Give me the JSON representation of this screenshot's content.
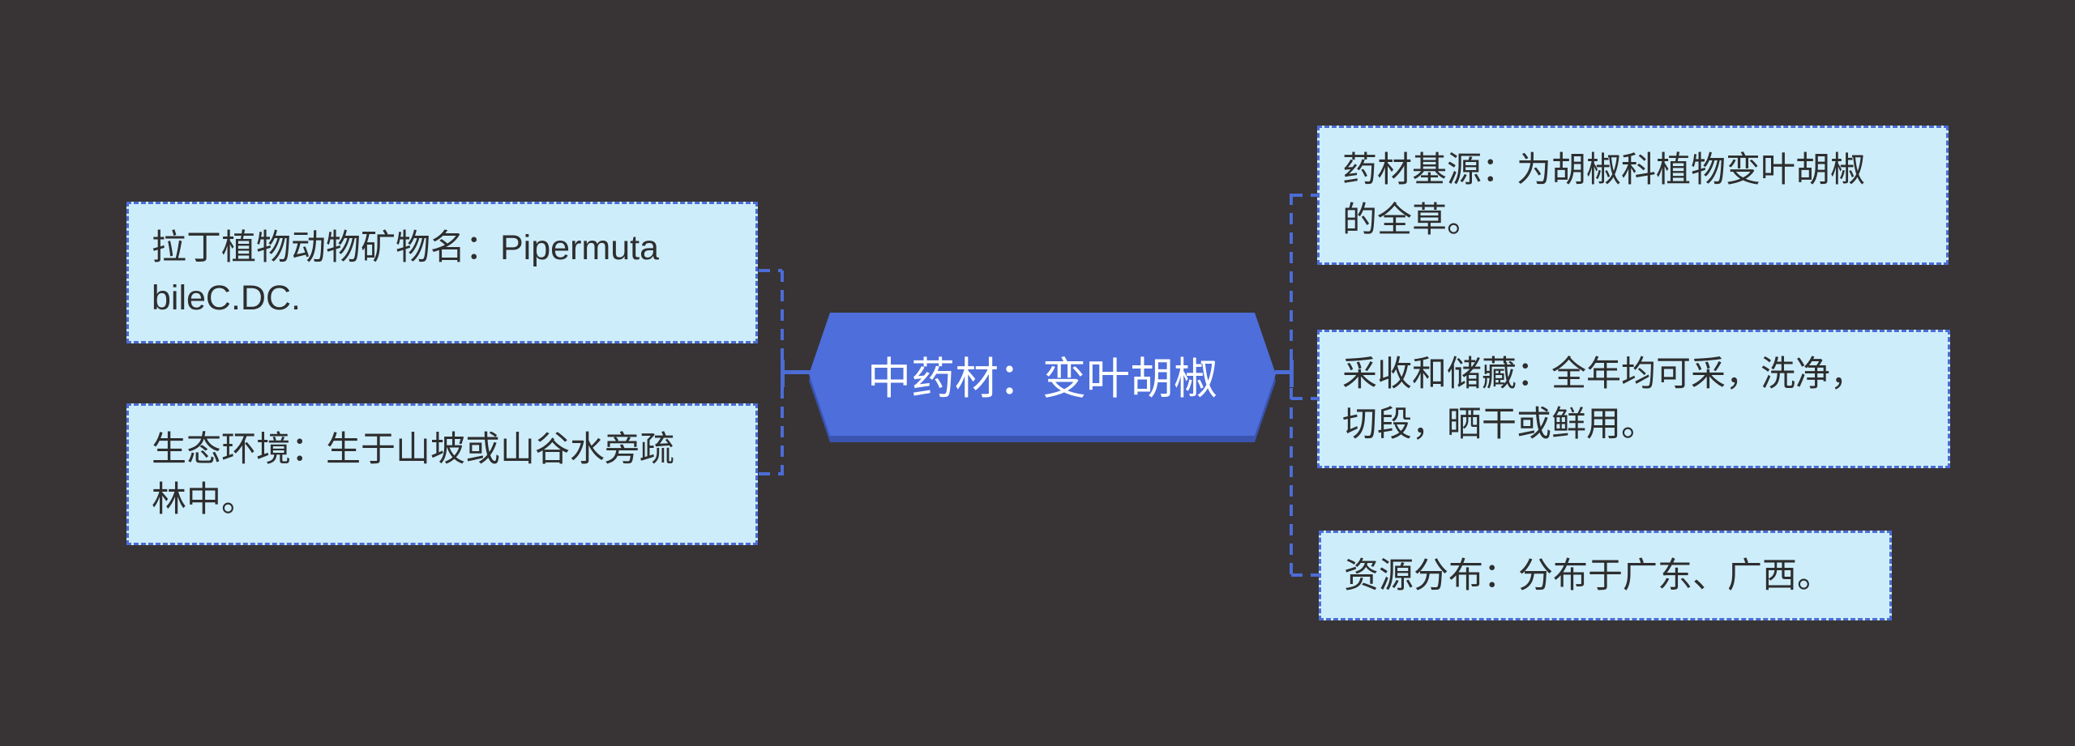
{
  "nodes": {
    "center": {
      "label": "中药材：变叶胡椒"
    },
    "left": [
      {
        "id": "latin-name",
        "lines": [
          "拉丁植物动物矿物名：Pipermuta",
          "bileC.DC."
        ]
      },
      {
        "id": "ecology",
        "lines": [
          "生态环境：生于山坡或山谷水旁疏",
          "林中。"
        ]
      }
    ],
    "right": [
      {
        "id": "source",
        "lines": [
          "药材基源：为胡椒科植物变叶胡椒",
          "的全草。"
        ]
      },
      {
        "id": "harvest",
        "lines": [
          "采收和储藏：全年均可采，洗净，",
          "切段，晒干或鲜用。"
        ]
      },
      {
        "id": "distribution",
        "lines": [
          "资源分布：分布于广东、广西。"
        ]
      }
    ]
  },
  "palette": {
    "background": "#383435",
    "box_fill": "#cdedfb",
    "box_border": "#4c6cd6",
    "box_text": "#2e2e2e",
    "node_fill": "#4d6edb",
    "node_shadow": "#3a54b0",
    "node_text": "#ffffff",
    "connector": "#4c6cd6"
  }
}
